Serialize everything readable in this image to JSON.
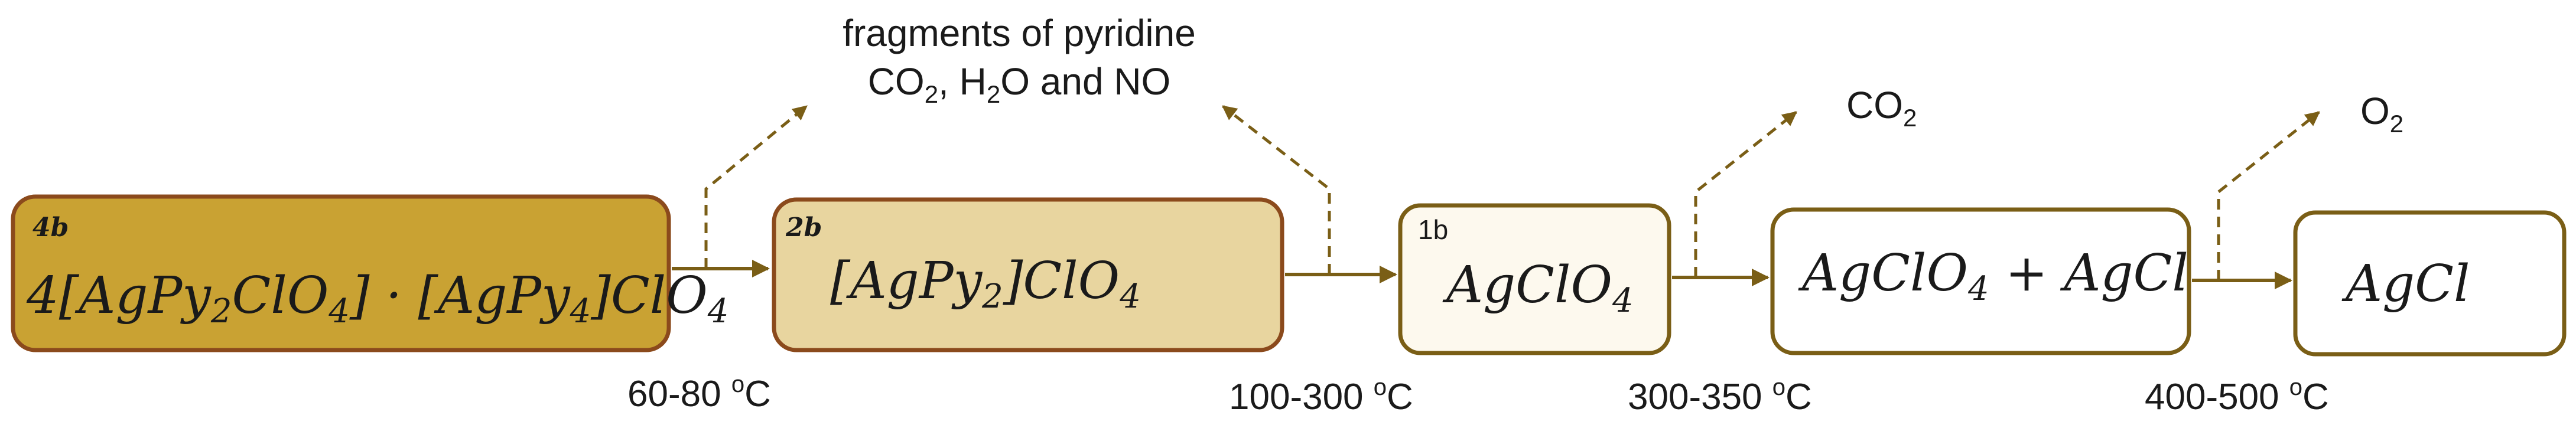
{
  "colors": {
    "box_dark_fill": "#C9A233",
    "box_medium_fill": "#E8D59F",
    "box_light_fill": "#FDF9EE",
    "box_white_fill": "#FFFFFF",
    "box_stroke_dark": "#8B4A1C",
    "box_stroke": "#7A5E16",
    "arrow": "#7A5E16",
    "text": "#1A1A1A"
  },
  "boxes": [
    {
      "id": "4b",
      "tag": "4b",
      "formula_parts": [
        "4[",
        "AgPy",
        "2",
        "ClO",
        "4",
        "] · [",
        "AgPy",
        "4",
        "]",
        "ClO",
        "4"
      ]
    },
    {
      "id": "2b",
      "tag": "2b",
      "formula_parts": [
        "[",
        "AgPy",
        "2",
        "]",
        "ClO",
        "4"
      ]
    },
    {
      "id": "1b",
      "tag": "1b",
      "formula_parts": [
        "AgClO",
        "4"
      ]
    },
    {
      "id": "mix",
      "tag": "",
      "formula_parts": [
        "AgClO",
        "4",
        " + ",
        "AgCl"
      ]
    },
    {
      "id": "agcl",
      "tag": "",
      "formula_parts": [
        "AgCl"
      ]
    }
  ],
  "temperatures": [
    {
      "value": "60-80 ",
      "unit_sup": "o",
      "unit": "C"
    },
    {
      "value": "100-300 ",
      "unit_sup": "o",
      "unit": "C"
    },
    {
      "value": "300-350 ",
      "unit_sup": "o",
      "unit": "C"
    },
    {
      "value": "400-500 ",
      "unit_sup": "o",
      "unit": "C"
    }
  ],
  "products": {
    "pyridine_line1": "fragments of pyridine",
    "pyridine_line2_parts": [
      "CO",
      "2",
      ", H",
      "2",
      "O and NO"
    ],
    "co2_parts": [
      "CO",
      "2"
    ],
    "o2_parts": [
      "O",
      "2"
    ]
  }
}
